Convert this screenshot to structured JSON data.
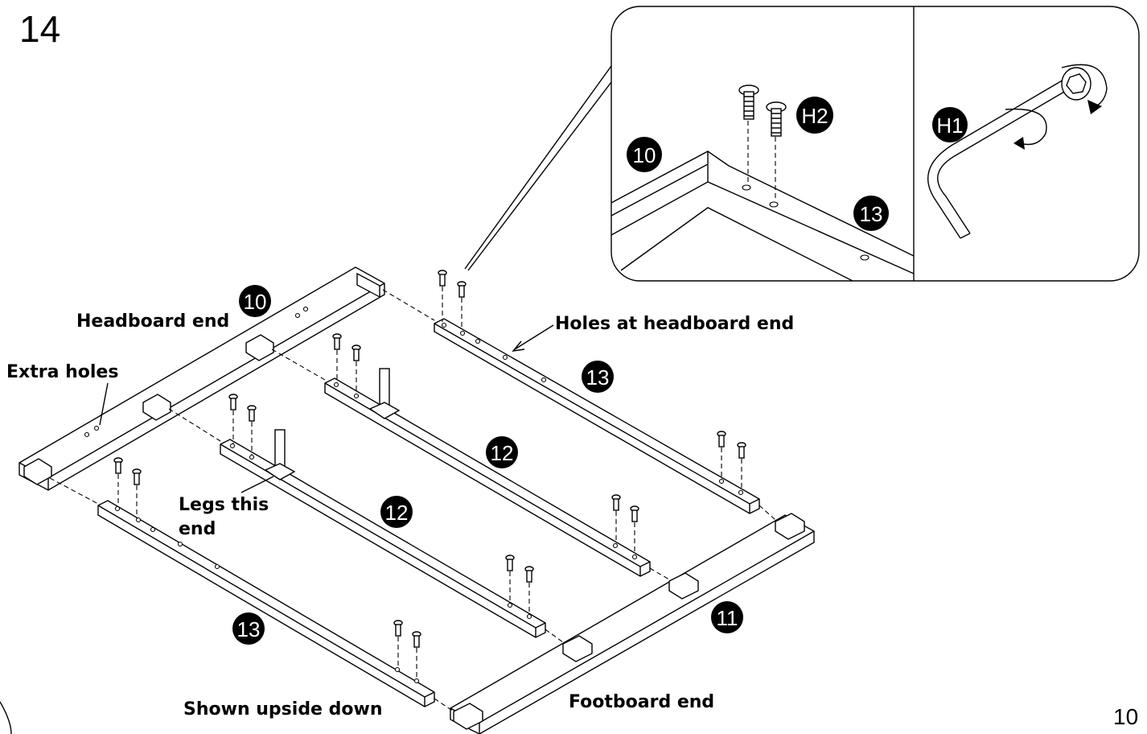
{
  "step_number": "14",
  "page_number": "10",
  "labels": {
    "headboard_end": "Headboard end",
    "extra_holes": "Extra holes",
    "holes_at_headboard_end": "Holes at headboard end",
    "legs_this_end_line1": "Legs this",
    "legs_this_end_line2": "end",
    "shown_upside_down": "Shown upside down",
    "footboard_end": "Footboard end"
  },
  "part_badges": {
    "p10_main": "10",
    "p13_top": "13",
    "p12_upper": "12",
    "p12_lower": "12",
    "p13_bottom": "13",
    "p11": "11",
    "p10_detail": "10",
    "p13_detail": "13",
    "h2": "H2",
    "h1": "H1"
  }
}
